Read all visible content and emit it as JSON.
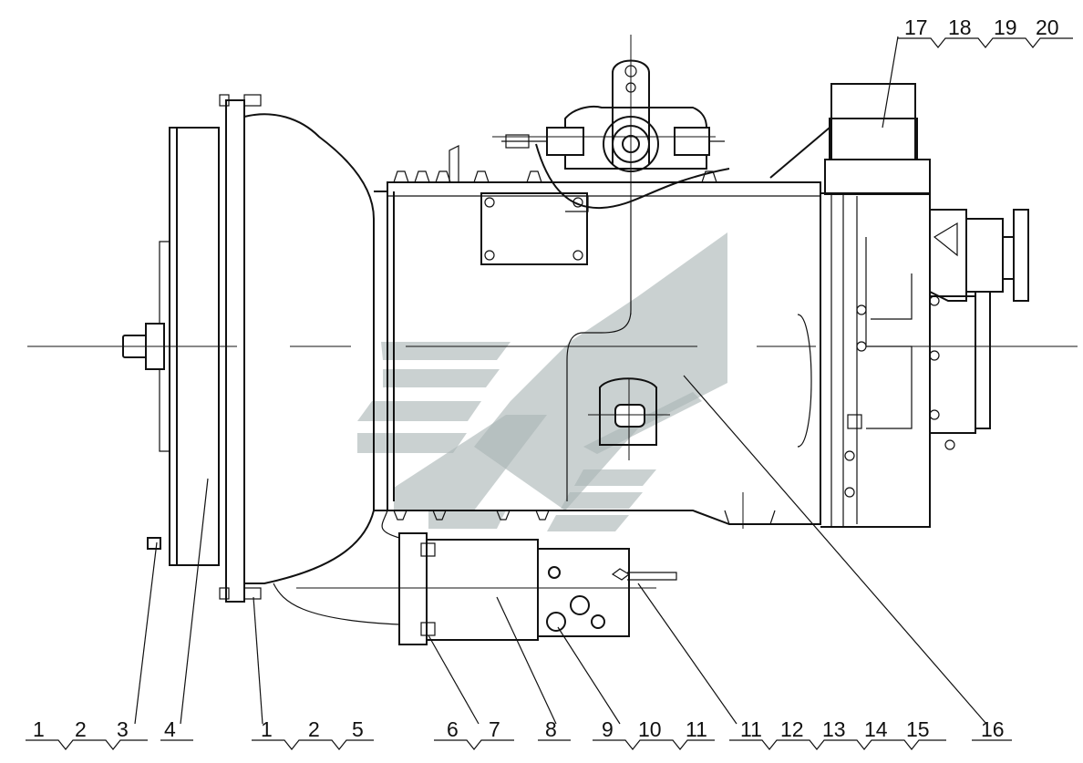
{
  "callouts": {
    "bottom_groups": [
      {
        "labels": [
          "1",
          "2",
          "3"
        ]
      },
      {
        "labels": [
          "4"
        ]
      },
      {
        "labels": [
          "1",
          "2",
          "5"
        ]
      },
      {
        "labels": [
          "6",
          "7"
        ]
      },
      {
        "labels": [
          "8"
        ]
      },
      {
        "labels": [
          "9",
          "10",
          "11"
        ]
      },
      {
        "labels": [
          "11",
          "12",
          "13",
          "14",
          "15"
        ]
      },
      {
        "labels": [
          "16"
        ]
      }
    ],
    "top_group": {
      "labels": [
        "17",
        "18",
        "19",
        "20"
      ]
    }
  },
  "colors": {
    "line": "#111111",
    "watermark": "#aab5b5",
    "background": "#ffffff"
  },
  "watermark": {
    "icon": "stylized-chevron-logo"
  }
}
